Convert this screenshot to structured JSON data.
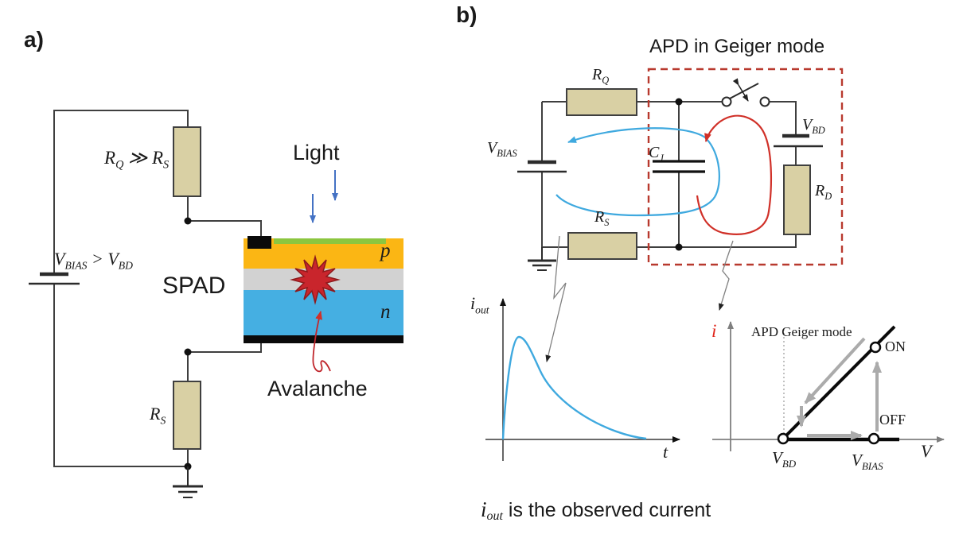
{
  "figure": {
    "panel_a_label": "a)",
    "panel_b_label": "b)",
    "caption": {
      "i_base": "i",
      "i_sub": "out",
      "rest": " is the observed current"
    }
  },
  "panel_a": {
    "rq_condition": {
      "b1": "R",
      "s1": "Q",
      "op": " ≫ ",
      "b2": "R",
      "s2": "S"
    },
    "bias_condition": {
      "b1": "V",
      "s1": "BIAS",
      "op": " > ",
      "b2": "V",
      "s2": "BD"
    },
    "spad_label": "SPAD",
    "light_label": "Light",
    "p_label": "p",
    "n_label": "n",
    "avalanche_label": "Avalanche",
    "rs_label": {
      "b": "R",
      "s": "S"
    }
  },
  "panel_b": {
    "title": "APD in Geiger mode",
    "rq_label": {
      "b": "R",
      "s": "Q"
    },
    "vbias_label": {
      "b": "V",
      "s": "BIAS"
    },
    "rs_label": {
      "b": "R",
      "s": "S"
    },
    "cap_label": {
      "b": "C",
      "s": "J"
    },
    "vbd_label": {
      "b": "V",
      "s": "BD"
    },
    "rd_label": {
      "b": "R",
      "s": "D"
    },
    "plot_iout": {
      "y_label": {
        "b": "i",
        "s": "out"
      },
      "x_label": "t"
    },
    "plot_iv": {
      "y_label": "i",
      "x_label": "V",
      "region_label": "APD Geiger mode",
      "on_label": "ON",
      "off_label": "OFF",
      "vbd_tick": {
        "b": "V",
        "s": "BD"
      },
      "vbias_tick": {
        "b": "V",
        "s": "BIAS"
      }
    }
  },
  "colors": {
    "resistor_fill": "#D9D0A4",
    "wire": "#3F3F3F",
    "spad_p_layer": "#FBB614",
    "spad_top_strip_green": "#8CC63F",
    "spad_depletion_gray": "#D2D2D2",
    "spad_n_layer": "#45AFE2",
    "avalanche_red": "#C9252C",
    "dashed_box_red": "#B8392E",
    "signal_blue": "#3FA9DF",
    "light_arrow_blue": "#4472C4",
    "plot_gray_arrow": "#ABABAB",
    "i_axis_label_red": "#E0251B"
  }
}
